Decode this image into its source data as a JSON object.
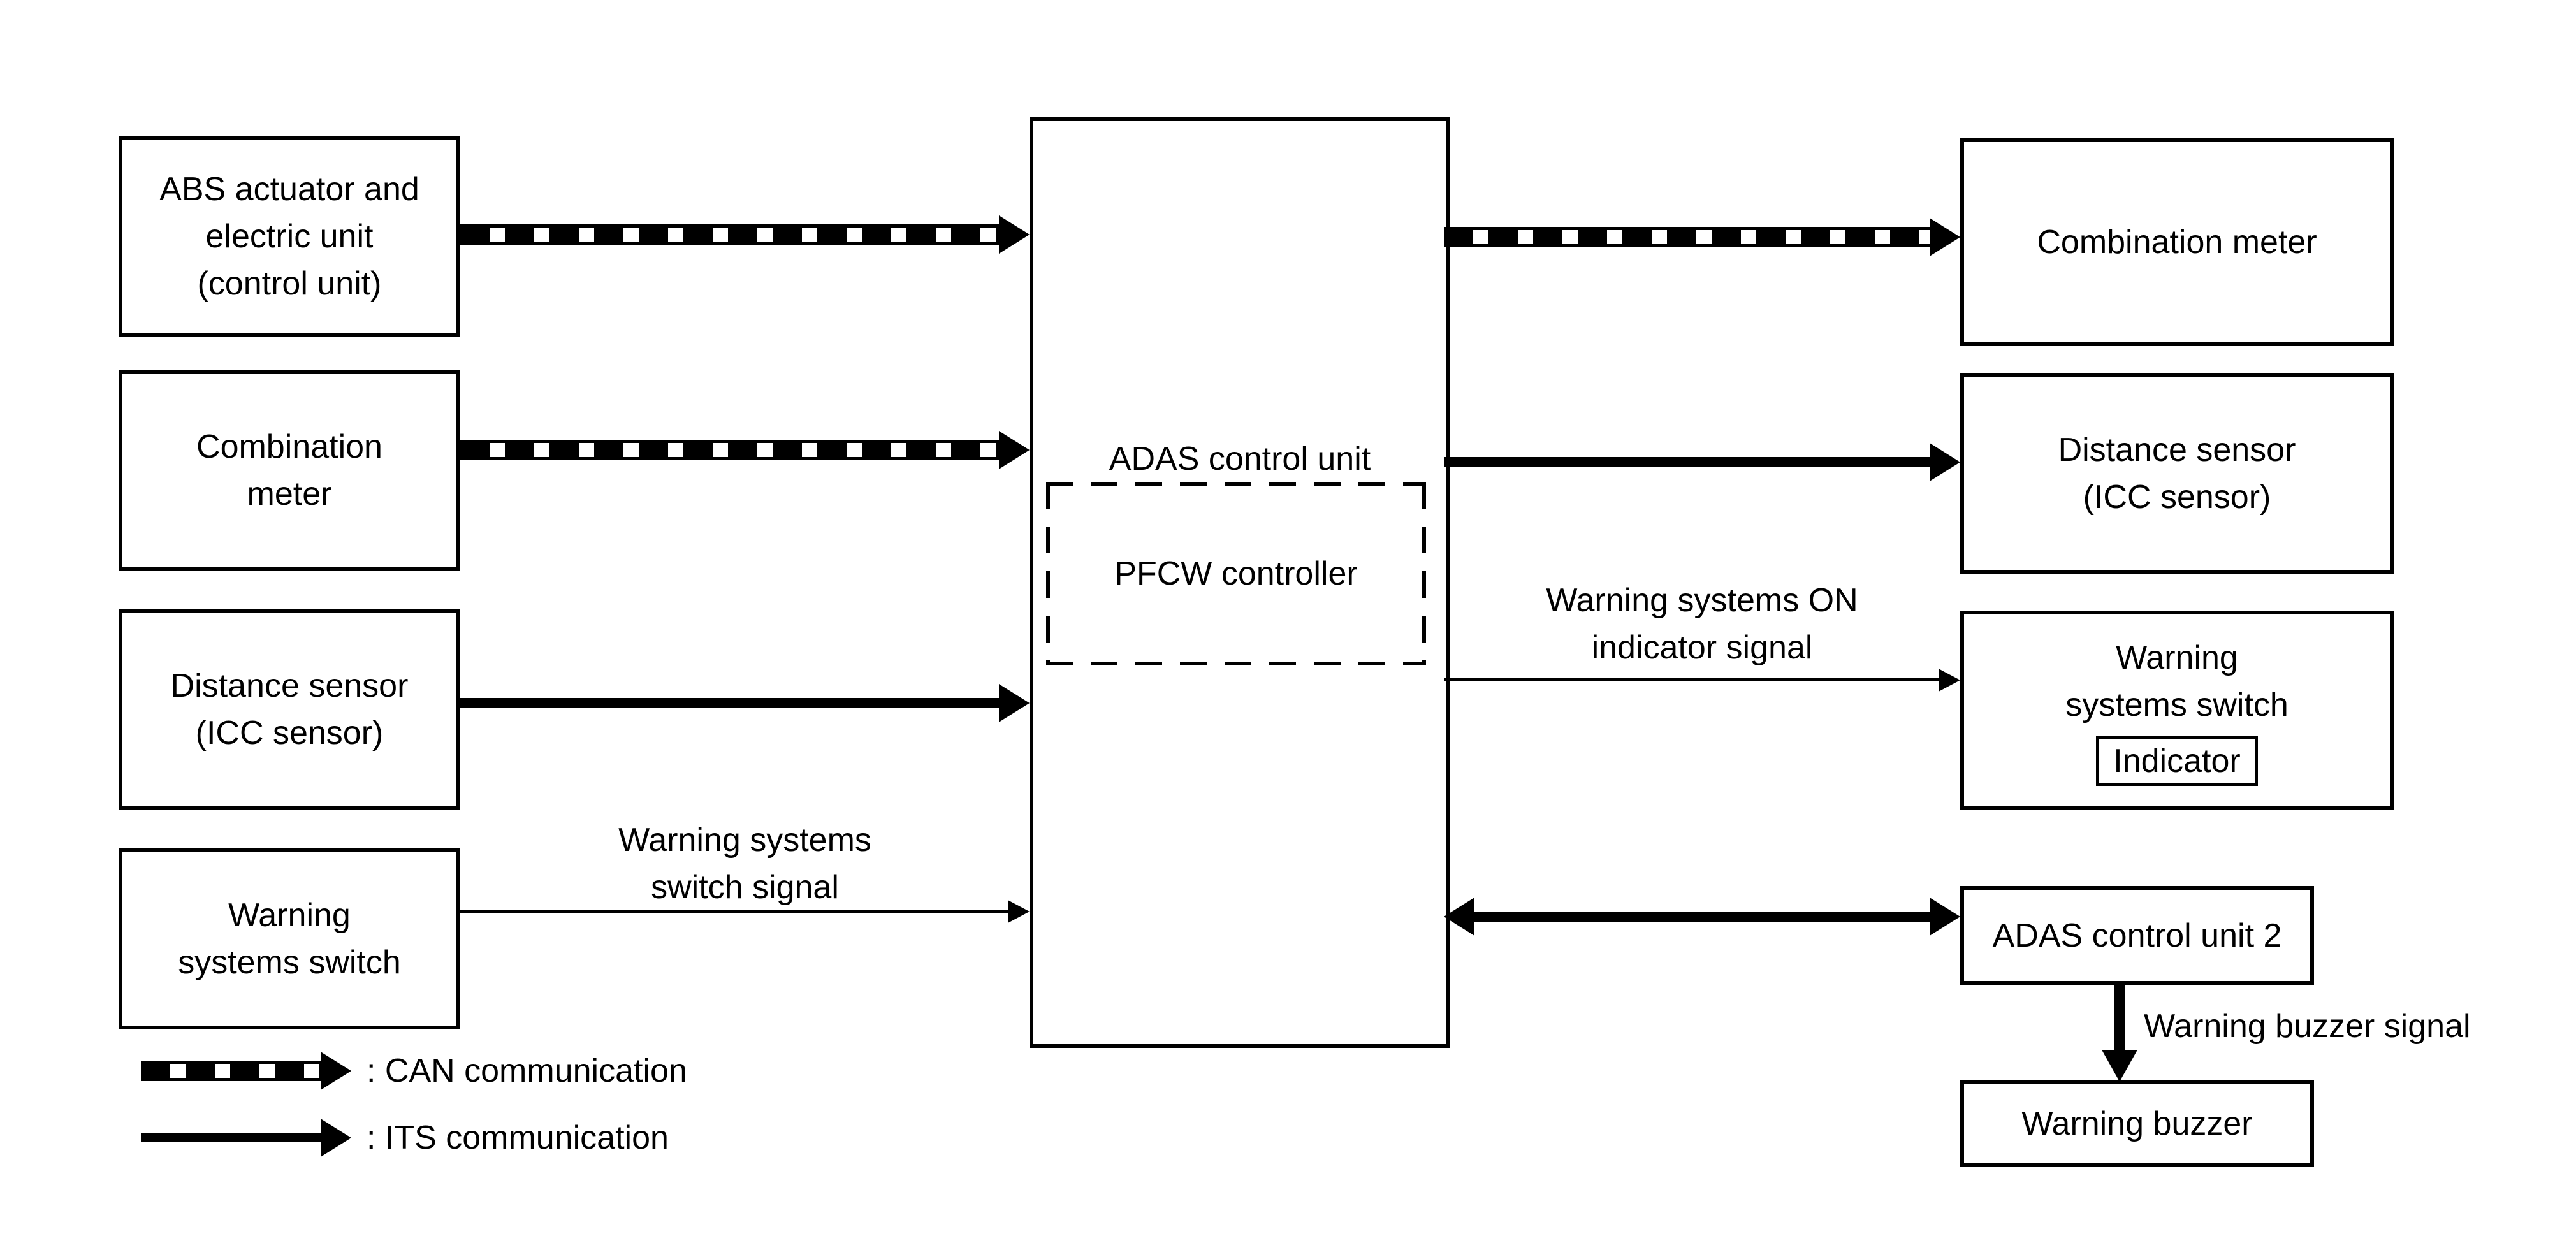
{
  "colors": {
    "ink": "#000000",
    "paper": "#ffffff"
  },
  "nodes": {
    "abs": "ABS actuator and\nelectric unit\n(control unit)",
    "combination_meter_left": "Combination\nmeter",
    "distance_sensor_left": "Distance sensor\n(ICC sensor)",
    "warning_switch_left": "Warning\nsystems switch",
    "adas": "ADAS control unit",
    "pfcw": "PFCW controller",
    "combination_meter_right": "Combination meter",
    "distance_sensor_right": "Distance sensor\n(ICC sensor)",
    "warning_switch_right": "Warning\nsystems switch",
    "indicator": "Indicator",
    "adas2": "ADAS control unit 2",
    "warning_buzzer": "Warning buzzer"
  },
  "labels": {
    "switch_signal": "Warning systems\nswitch signal",
    "on_indicator_signal": "Warning systems ON\nindicator signal",
    "buzzer_signal": "Warning buzzer signal"
  },
  "legend": {
    "can": ": CAN communication",
    "its": ": ITS communication"
  }
}
